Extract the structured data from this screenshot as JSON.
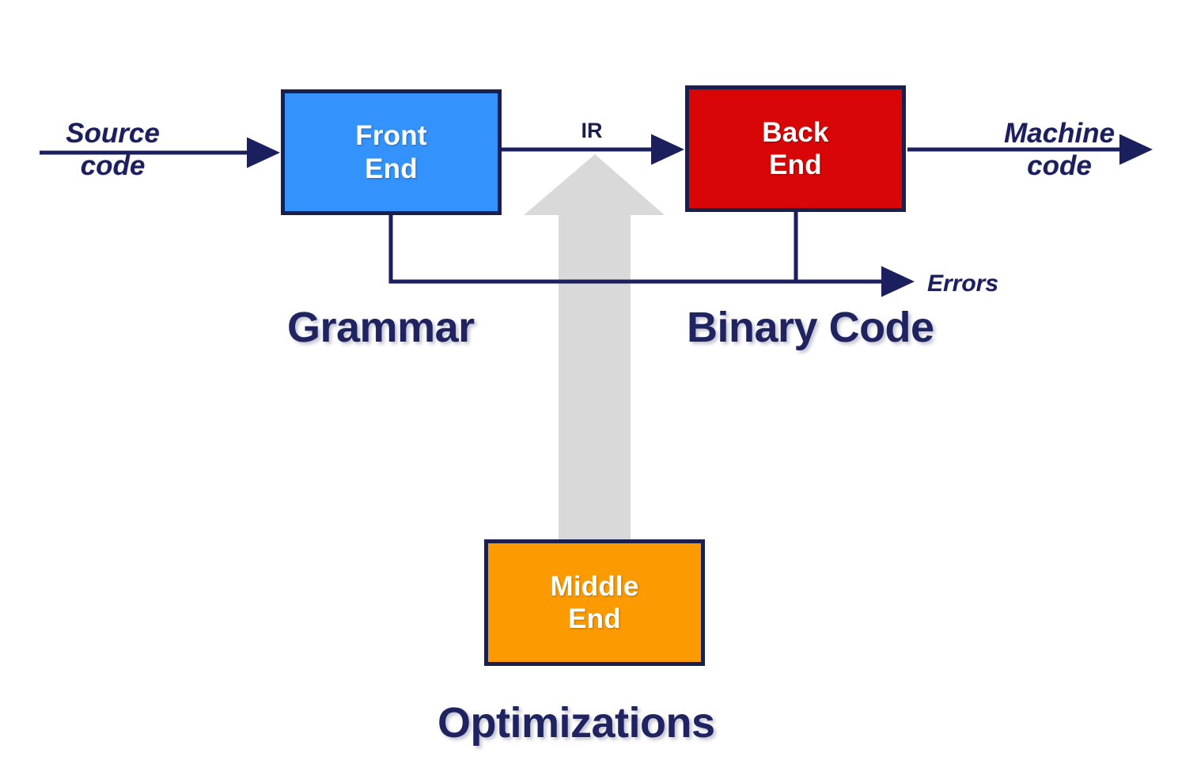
{
  "diagram": {
    "title": "Compiler structure diagram",
    "background": "#ffffff",
    "colors": {
      "front_end": "#3392fb",
      "back_end": "#d80606",
      "middle_end": "#fc9a02",
      "border": "#1b1f4b",
      "wire": "#1b1f5e",
      "big_arrow": "#d9d9d9",
      "label_text": "#1f2460",
      "node_text": "#ffffff"
    }
  },
  "nodes": {
    "front_end": {
      "line1": "Front",
      "line2": "End"
    },
    "back_end": {
      "line1": "Back",
      "line2": "End"
    },
    "middle_end": {
      "line1": "Middle",
      "line2": "End"
    }
  },
  "edge_labels": {
    "source_code_line1": "Source",
    "source_code_line2": "code",
    "ir": "IR",
    "machine_code_line1": "Machine",
    "machine_code_line2": "code",
    "errors": "Errors"
  },
  "captions": {
    "grammar": "Grammar",
    "binary_code": "Binary Code",
    "optimizations": "Optimizations"
  },
  "icons": {
    "big_up_arrow": "up-arrow-icon",
    "flow_arrow": "arrow-right-icon"
  }
}
